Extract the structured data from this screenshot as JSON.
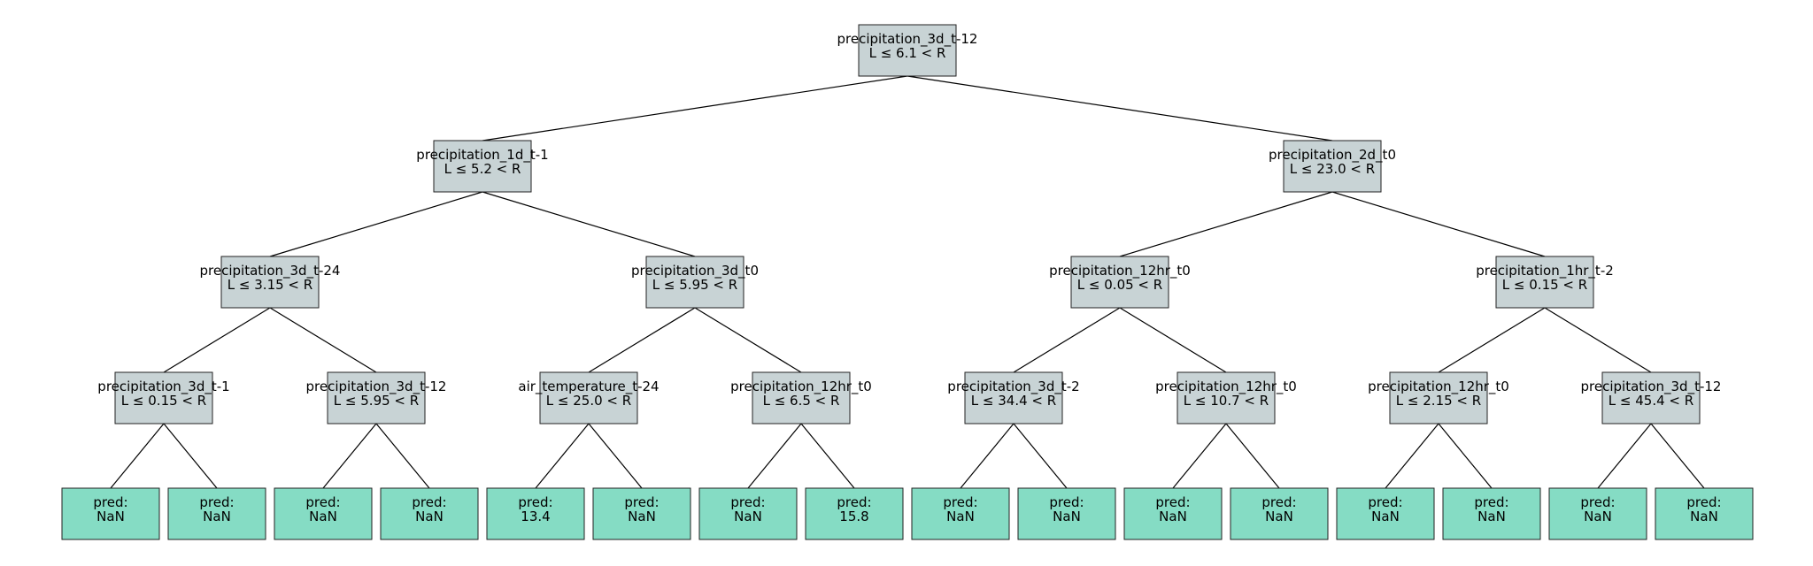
{
  "colors": {
    "split_fill": "#c8d3d5",
    "leaf_fill": "#85dcc4"
  },
  "tree": {
    "nodes": [
      {
        "id": "n1",
        "lines": [
          "precipitation_3d_t-12",
          "L ≤ 6.1 < R"
        ]
      },
      {
        "id": "n2",
        "lines": [
          "precipitation_1d_t-1",
          "L ≤ 5.2 < R"
        ]
      },
      {
        "id": "n3",
        "lines": [
          "precipitation_2d_t0",
          "L ≤ 23.0 < R"
        ]
      },
      {
        "id": "n4",
        "lines": [
          "precipitation_3d_t-24",
          "L ≤ 3.15 < R"
        ]
      },
      {
        "id": "n5",
        "lines": [
          "precipitation_3d_t0",
          "L ≤ 5.95 < R"
        ]
      },
      {
        "id": "n6",
        "lines": [
          "precipitation_12hr_t0",
          "L ≤ 0.05 < R"
        ]
      },
      {
        "id": "n7",
        "lines": [
          "precipitation_1hr_t-2",
          "L ≤ 0.15 < R"
        ]
      },
      {
        "id": "n8",
        "lines": [
          "precipitation_3d_t-1",
          "L ≤ 0.15 < R"
        ]
      },
      {
        "id": "n9",
        "lines": [
          "precipitation_3d_t-12",
          "L ≤ 5.95 < R"
        ]
      },
      {
        "id": "n10",
        "lines": [
          "air_temperature_t-24",
          "L ≤ 25.0 < R"
        ]
      },
      {
        "id": "n11",
        "lines": [
          "precipitation_12hr_t0",
          "L ≤ 6.5 < R"
        ]
      },
      {
        "id": "n12",
        "lines": [
          "precipitation_3d_t-2",
          "L ≤ 34.4 < R"
        ]
      },
      {
        "id": "n13",
        "lines": [
          "precipitation_12hr_t0",
          "L ≤ 10.7 < R"
        ]
      },
      {
        "id": "n14",
        "lines": [
          "precipitation_12hr_t0",
          "L ≤ 2.15 < R"
        ]
      },
      {
        "id": "n15",
        "lines": [
          "precipitation_3d_t-12",
          "L ≤ 45.4 < R"
        ]
      },
      {
        "id": "n16",
        "lines": [
          "pred:",
          "NaN"
        ]
      },
      {
        "id": "n17",
        "lines": [
          "pred:",
          "NaN"
        ]
      },
      {
        "id": "n18",
        "lines": [
          "pred:",
          "NaN"
        ]
      },
      {
        "id": "n19",
        "lines": [
          "pred:",
          "NaN"
        ]
      },
      {
        "id": "n20",
        "lines": [
          "pred:",
          "13.4"
        ]
      },
      {
        "id": "n21",
        "lines": [
          "pred:",
          "NaN"
        ]
      },
      {
        "id": "n22",
        "lines": [
          "pred:",
          "NaN"
        ]
      },
      {
        "id": "n23",
        "lines": [
          "pred:",
          "15.8"
        ]
      },
      {
        "id": "n24",
        "lines": [
          "pred:",
          "NaN"
        ]
      },
      {
        "id": "n25",
        "lines": [
          "pred:",
          "NaN"
        ]
      },
      {
        "id": "n26",
        "lines": [
          "pred:",
          "NaN"
        ]
      },
      {
        "id": "n27",
        "lines": [
          "pred:",
          "NaN"
        ]
      },
      {
        "id": "n28",
        "lines": [
          "pred:",
          "NaN"
        ]
      },
      {
        "id": "n29",
        "lines": [
          "pred:",
          "NaN"
        ]
      },
      {
        "id": "n30",
        "lines": [
          "pred:",
          "NaN"
        ]
      },
      {
        "id": "n31",
        "lines": [
          "pred:",
          "NaN"
        ]
      }
    ]
  }
}
